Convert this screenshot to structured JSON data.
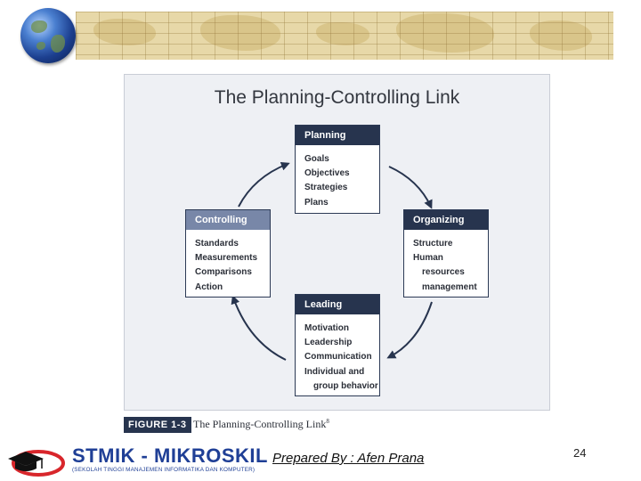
{
  "figure": {
    "title": "The Planning-Controlling Link",
    "boxes": {
      "planning": {
        "header": "Planning",
        "items": [
          "Goals",
          "Objectives",
          "Strategies",
          "Plans"
        ]
      },
      "organizing": {
        "header": "Organizing",
        "items": [
          "Structure",
          "Human",
          "resources",
          "management"
        ]
      },
      "leading": {
        "header": "Leading",
        "items": [
          "Motivation",
          "Leadership",
          "Communication",
          "Individual and",
          "group behavior"
        ]
      },
      "controlling": {
        "header": "Controlling",
        "items": [
          "Standards",
          "Measurements",
          "Comparisons",
          "Action"
        ]
      }
    },
    "caption": {
      "tag": "FIGURE 1-3",
      "text": "The Planning-Controlling Link",
      "footnote": "8"
    }
  },
  "footer": {
    "logo_name": "STMIK - MIKROSKIL",
    "logo_sub": "(SEKOLAH TINGGI MANAJEMEN INFORMATIKA DAN KOMPUTER)",
    "prepared_by": "Prepared By : Afen Prana",
    "page_number": "24"
  },
  "colors": {
    "dark_header": "#27344e",
    "light_header": "#7887a8",
    "logo_blue": "#1f3f96"
  }
}
